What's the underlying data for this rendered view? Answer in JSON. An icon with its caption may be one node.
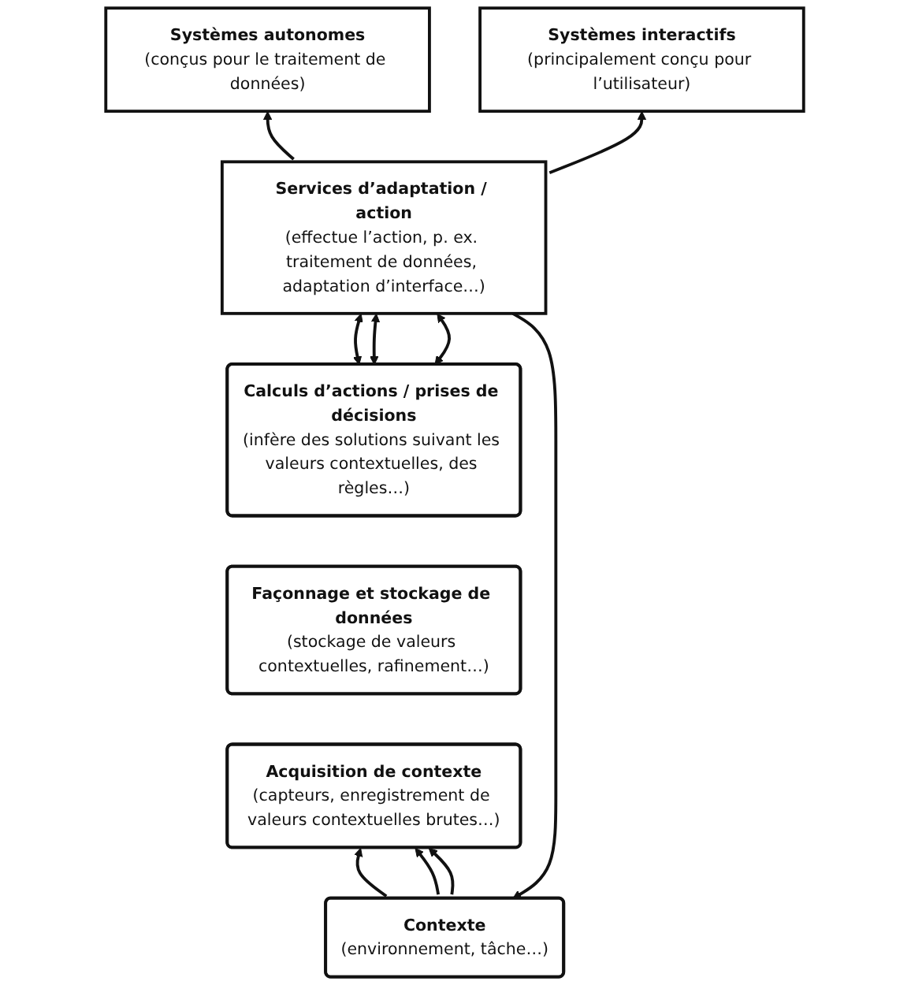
{
  "diagram": {
    "nodes": [
      {
        "text": [
          "Systèmes autonomes",
          "(conçus pour le traitement de données)"
        ]
      },
      {
        "text": [
          "Systèmes interactifs",
          "(principalement conçu pour l’utilisateur)"
        ]
      },
      {
        "text": [
          "Services d’adaptation / action",
          "(effectue l’action, p. ex. traitement de données, adaptation d’interface…)"
        ]
      },
      {
        "text": [
          "Calculs d’actions / prises de décisions",
          "(infère des solutions suivant les valeurs contextuelles, des règles…)"
        ]
      },
      {
        "text": [
          "Façonnage et stockage de données",
          "(stockage de valeurs contextuelles, rafinement…)"
        ]
      },
      {
        "text": [
          "Acquisition de contexte",
          "(capteurs, enregistrement de valeurs contextuelles brutes…)"
        ]
      },
      {
        "text": [
          "Contexte",
          "(environnement, tâche…)"
        ]
      }
    ],
    "edges": [
      {
        "from": 2,
        "to": 0,
        "arrow": "to"
      },
      {
        "from": 2,
        "to": 1,
        "arrow": "to"
      },
      {
        "from": 2,
        "to": 3,
        "arrow": "both"
      },
      {
        "from": 2,
        "to": 3,
        "arrow": "both"
      },
      {
        "from": 2,
        "to": 3,
        "arrow": "both"
      },
      {
        "from": 6,
        "to": 5,
        "arrow": "to"
      },
      {
        "from": 6,
        "to": 5,
        "arrow": "to"
      },
      {
        "from": 6,
        "to": 5,
        "arrow": "to"
      },
      {
        "from": 2,
        "to": 6,
        "arrow": "to"
      }
    ]
  }
}
